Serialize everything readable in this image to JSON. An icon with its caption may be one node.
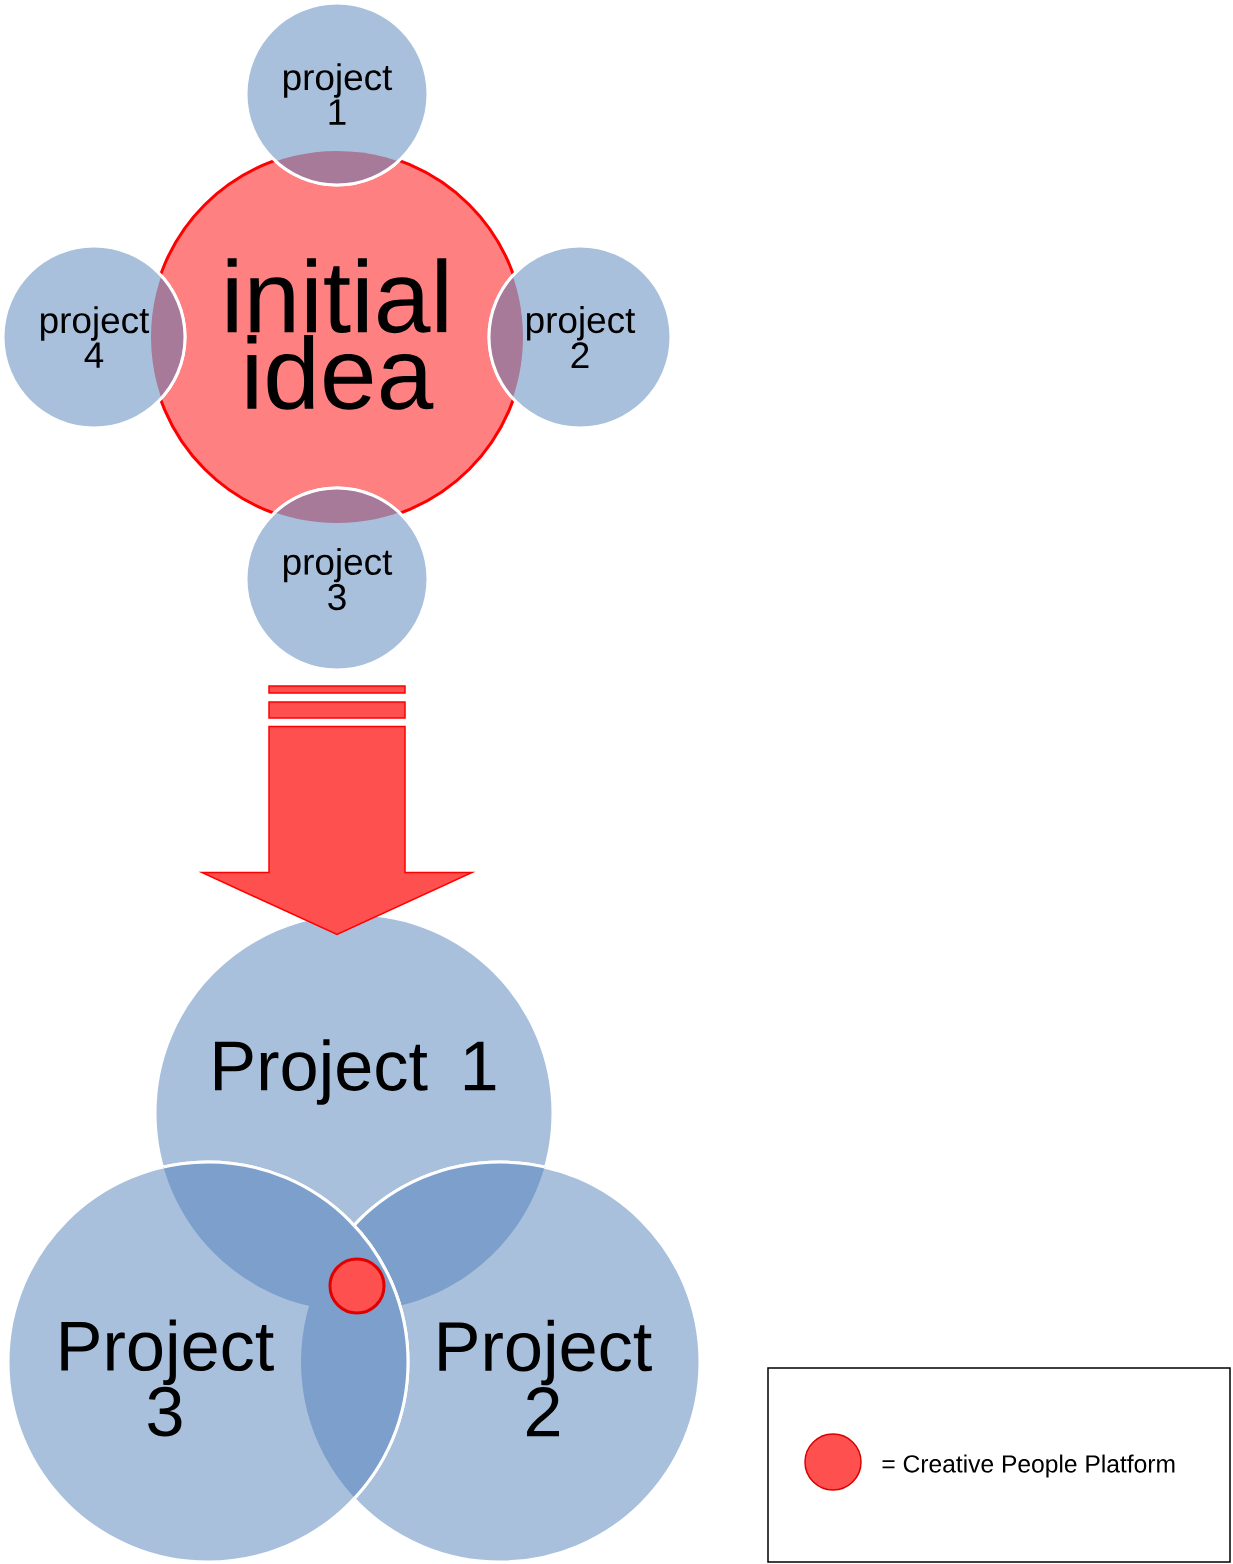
{
  "diagram": {
    "nodes": [
      {
        "text": [
          "initial idea"
        ]
      },
      {
        "text": [
          "project 1"
        ]
      },
      {
        "text": [
          "project 2"
        ]
      },
      {
        "text": [
          "project 3"
        ]
      },
      {
        "text": [
          "project 4"
        ]
      },
      {
        "text": [
          "Project 1"
        ]
      },
      {
        "text": [
          "Project 2"
        ]
      },
      {
        "text": [
          "Project 3"
        ]
      },
      {
        "text": [],
        "shape": "circle"
      }
    ],
    "edges": [
      {
        "from": 3,
        "to": 5,
        "arrow": "to",
        "style": "thick"
      }
    ],
    "legend": [
      {
        "text": "= Creative People Platform",
        "color": "#ff5050"
      }
    ]
  }
}
